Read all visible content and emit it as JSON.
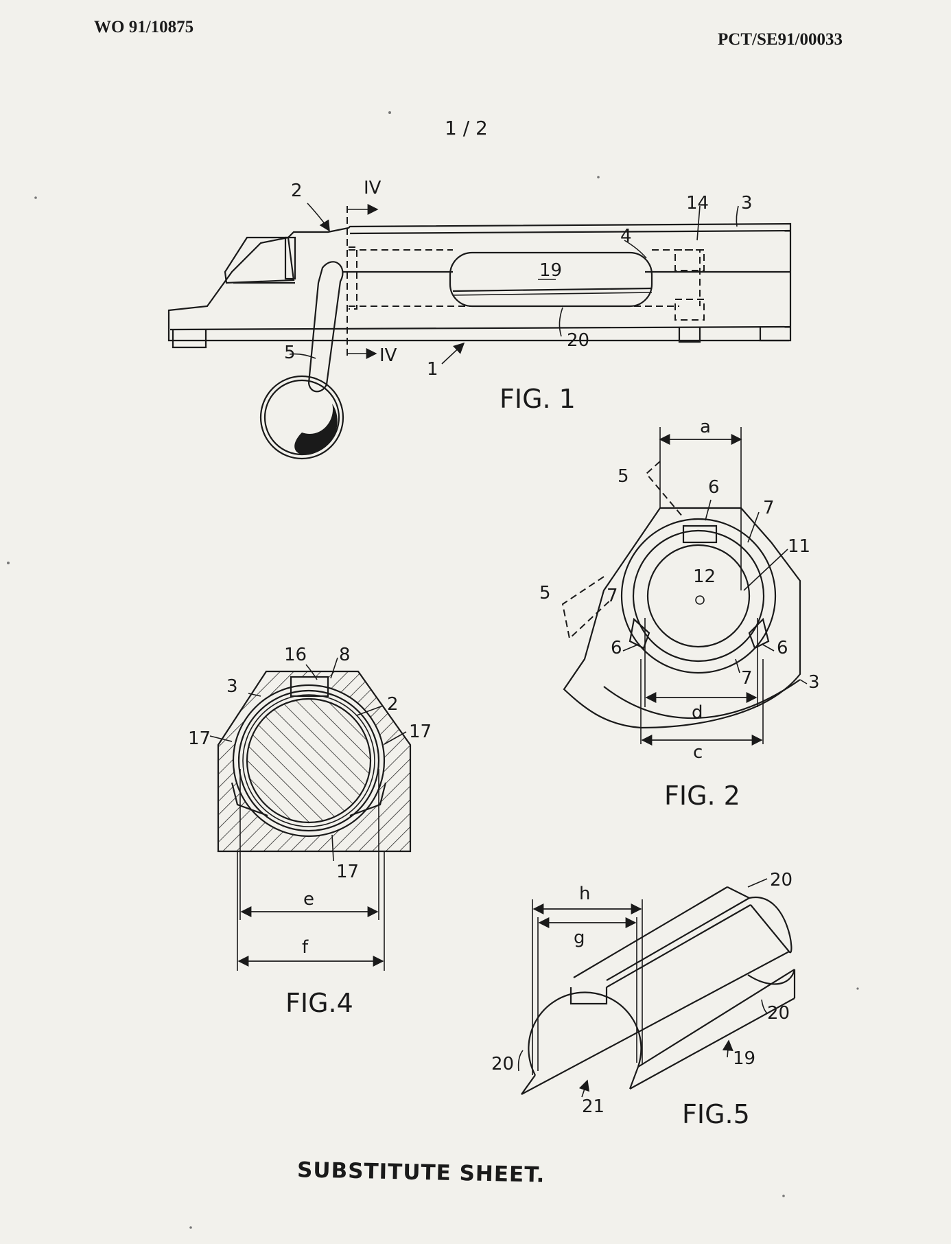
{
  "header": {
    "document_number": "WO 91/10875",
    "application_number": "PCT/SE91/00033"
  },
  "page_indicator": "1 / 2",
  "figures": {
    "fig1": {
      "title": "FIG. 1",
      "section_marker": "IV",
      "labels": {
        "n1": "1",
        "n2": "2",
        "n3": "3",
        "n4": "4",
        "n5": "5",
        "n14": "14",
        "n19": "19",
        "n20": "20"
      }
    },
    "fig2": {
      "title": "FIG. 2",
      "labels": {
        "a": "a",
        "c": "c",
        "d": "d",
        "n3": "3",
        "n5a": "5",
        "n5b": "5",
        "n6a": "6",
        "n6b": "6",
        "n6c": "6",
        "n7a": "7",
        "n7b": "7",
        "n7c": "7",
        "n11": "11",
        "n12": "12"
      }
    },
    "fig4": {
      "title": "FIG.4",
      "labels": {
        "n2": "2",
        "n3": "3",
        "n8": "8",
        "n16": "16",
        "n17a": "17",
        "n17b": "17",
        "n17c": "17",
        "e": "e",
        "f": "f"
      }
    },
    "fig5": {
      "title": "FIG.5",
      "labels": {
        "g": "g",
        "h": "h",
        "n19": "19",
        "n20a": "20",
        "n20b": "20",
        "n20c": "20",
        "n21": "21"
      }
    }
  },
  "footer": "SUBSTITUTE SHEET."
}
